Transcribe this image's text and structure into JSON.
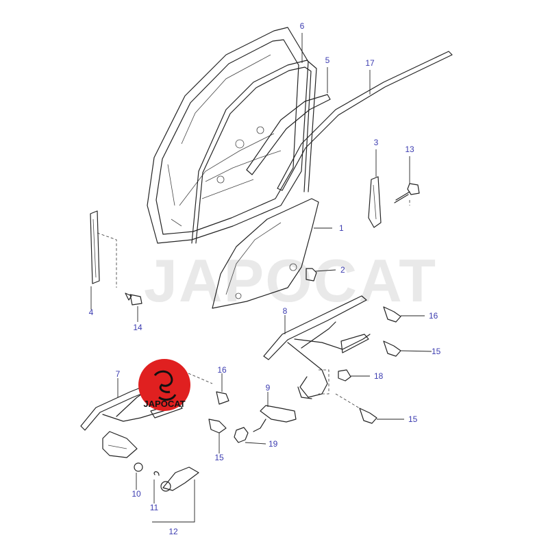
{
  "watermark": {
    "text": "JAPOCAT"
  },
  "logo": {
    "text": "JAPOCAT",
    "color": "#e02020"
  },
  "colors": {
    "callout": "#3b3bb0",
    "line": "#222222"
  },
  "callouts": {
    "c1": "1",
    "c2": "2",
    "c3": "3",
    "c4": "4",
    "c5": "5",
    "c6": "6",
    "c7": "7",
    "c8": "8",
    "c9": "9",
    "c10": "10",
    "c11": "11",
    "c12": "12",
    "c13": "13",
    "c14": "14",
    "c15a": "15",
    "c15b": "15",
    "c15c": "15",
    "c16a": "16",
    "c16b": "16",
    "c17": "17",
    "c18": "18",
    "c19": "19"
  }
}
